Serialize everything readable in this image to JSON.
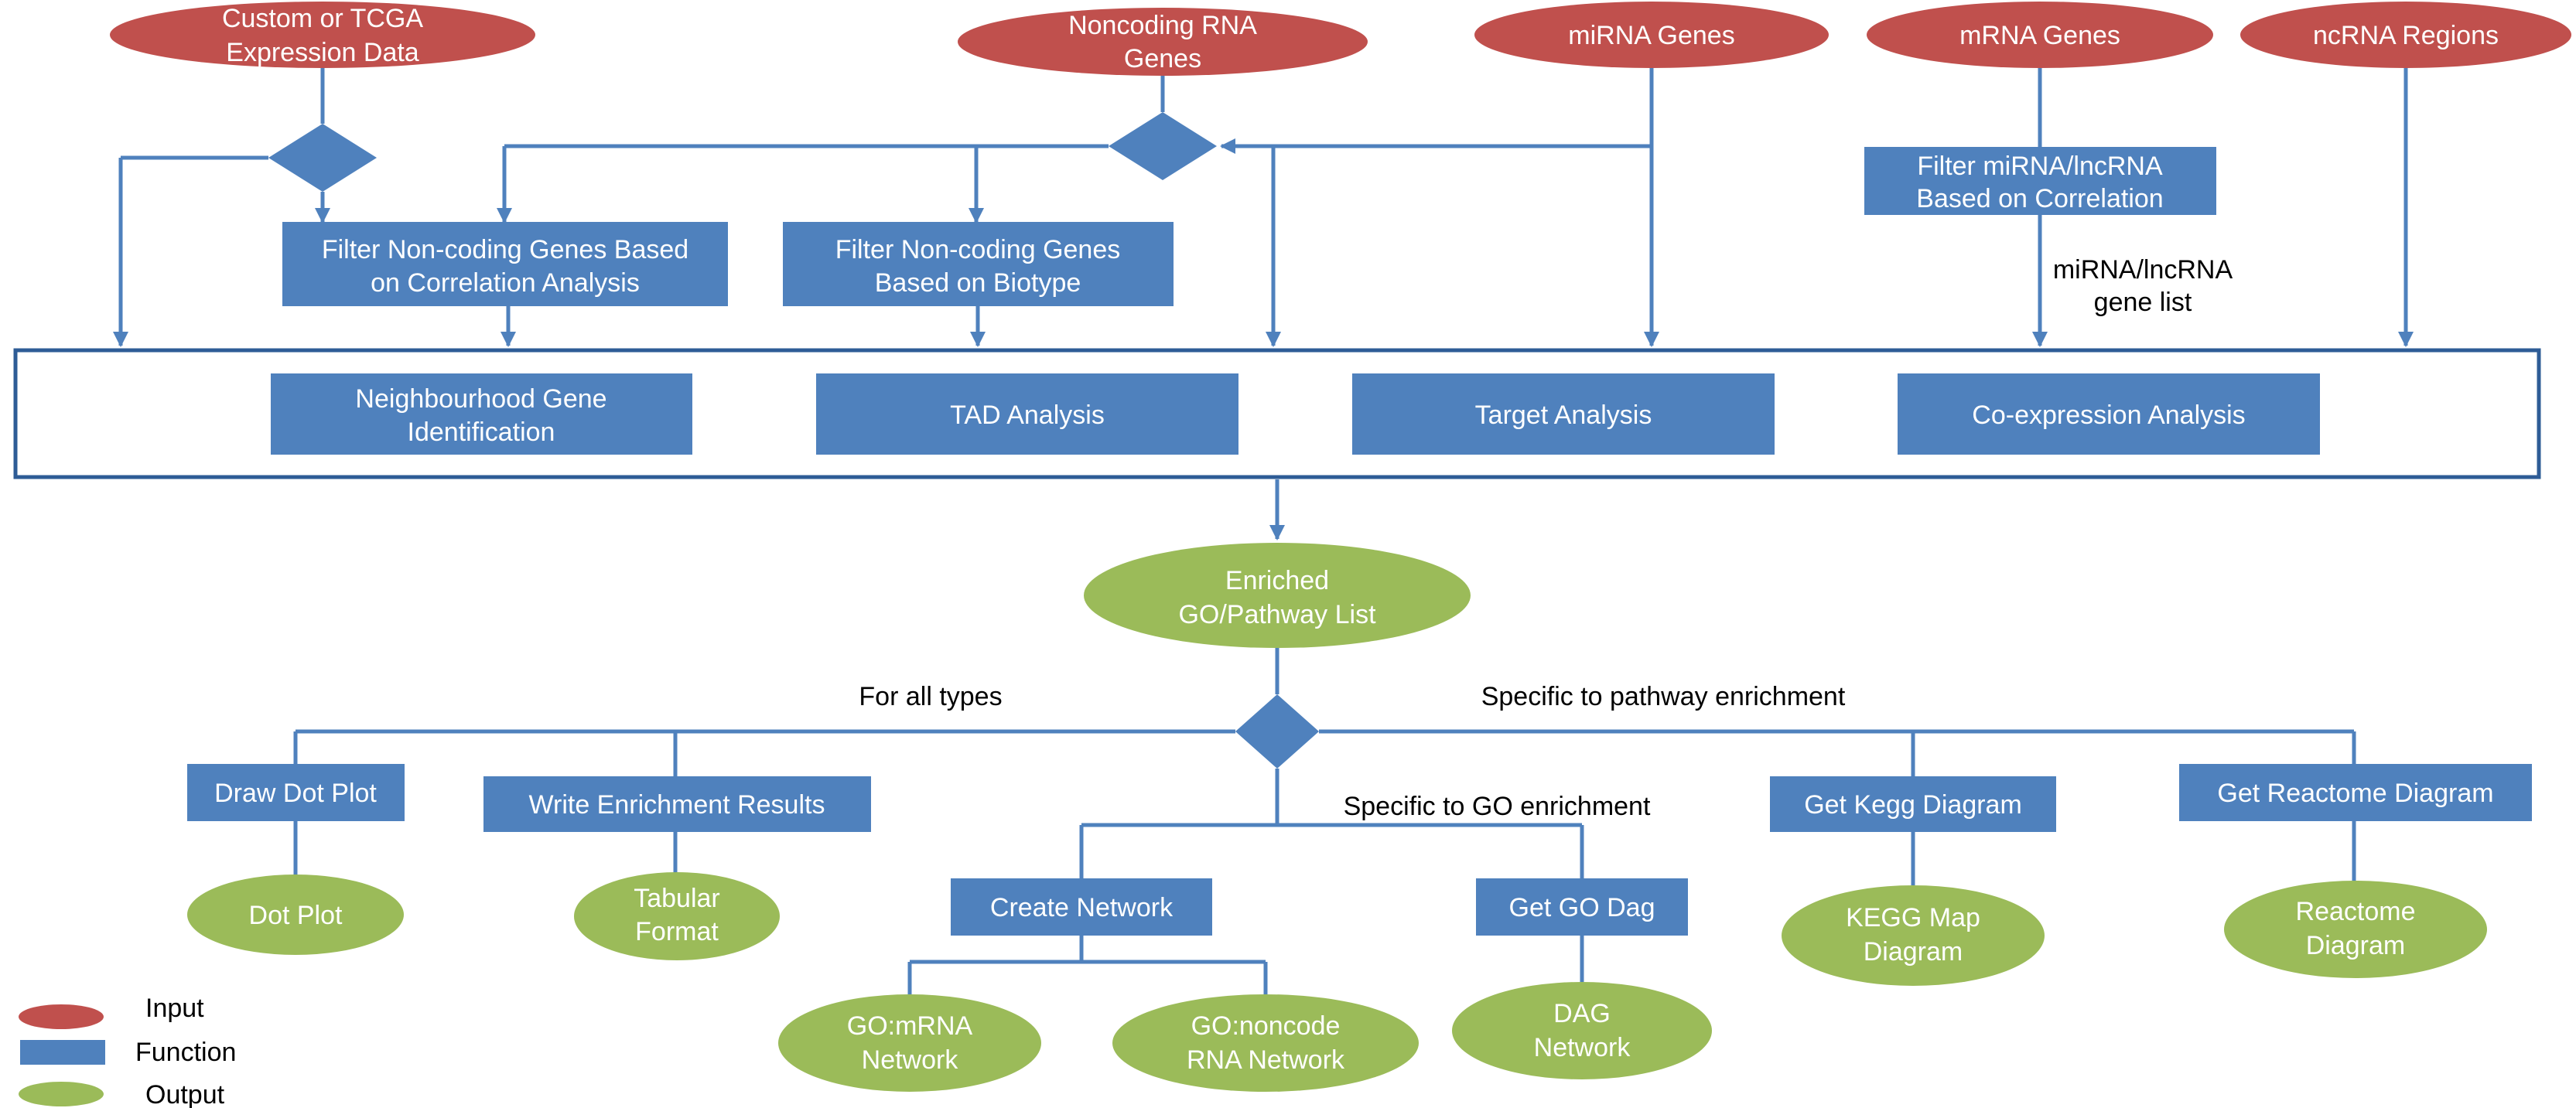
{
  "colors": {
    "input": "#c0504d",
    "function": "#4f81bd",
    "output": "#9bbb59",
    "line": "#4f81bd",
    "frame": "#2e5c96"
  },
  "nodes": {
    "custom_tcga": {
      "kind": "input",
      "lines": [
        "Custom or TCGA",
        "Expression Data"
      ]
    },
    "noncoding_rna": {
      "kind": "input",
      "lines": [
        "Noncoding RNA",
        "Genes"
      ]
    },
    "mirna_genes": {
      "kind": "input",
      "lines": [
        "miRNA Genes"
      ]
    },
    "mrna_genes": {
      "kind": "input",
      "lines": [
        "mRNA Genes"
      ]
    },
    "ncrna_regions": {
      "kind": "input",
      "lines": [
        "ncRNA Regions"
      ]
    },
    "filter_correlation": {
      "kind": "function",
      "lines": [
        "Filter  Non-coding Genes Based",
        "on Correlation Analysis"
      ]
    },
    "filter_biotype": {
      "kind": "function",
      "lines": [
        "Filter Non-coding Genes",
        "Based on Biotype"
      ]
    },
    "filter_mirna_lncrna": {
      "kind": "function",
      "lines": [
        "Filter miRNA/lncRNA",
        "Based on Correlation"
      ]
    },
    "neighbourhood": {
      "kind": "function",
      "lines": [
        "Neighbourhood Gene",
        "Identification"
      ]
    },
    "tad": {
      "kind": "function",
      "lines": [
        "TAD Analysis"
      ]
    },
    "target": {
      "kind": "function",
      "lines": [
        "Target Analysis"
      ]
    },
    "coexpression": {
      "kind": "function",
      "lines": [
        "Co-expression Analysis"
      ]
    },
    "enriched": {
      "kind": "output",
      "lines": [
        "Enriched",
        "GO/Pathway List"
      ]
    },
    "dot_plot_fn": {
      "kind": "function",
      "lines": [
        "Draw Dot Plot"
      ]
    },
    "write_results": {
      "kind": "function",
      "lines": [
        "Write Enrichment Results"
      ]
    },
    "create_network": {
      "kind": "function",
      "lines": [
        "Create Network"
      ]
    },
    "get_go_dag": {
      "kind": "function",
      "lines": [
        "Get GO Dag"
      ]
    },
    "get_kegg": {
      "kind": "function",
      "lines": [
        "Get Kegg Diagram"
      ]
    },
    "get_reactome": {
      "kind": "function",
      "lines": [
        "Get Reactome Diagram"
      ]
    },
    "dot_plot_out": {
      "kind": "output",
      "lines": [
        "Dot Plot"
      ]
    },
    "tabular": {
      "kind": "output",
      "lines": [
        "Tabular",
        "Format"
      ]
    },
    "go_mrna": {
      "kind": "output",
      "lines": [
        "GO:mRNA",
        "Network"
      ]
    },
    "go_noncode": {
      "kind": "output",
      "lines": [
        "GO:noncode",
        "RNA Network"
      ]
    },
    "dag_network": {
      "kind": "output",
      "lines": [
        "DAG",
        "Network"
      ]
    },
    "kegg_map": {
      "kind": "output",
      "lines": [
        "KEGG Map",
        "Diagram"
      ]
    },
    "reactome_diagram": {
      "kind": "output",
      "lines": [
        "Reactome",
        "Diagram"
      ]
    }
  },
  "labels": {
    "mirna_lncrna_list": [
      "miRNA/lncRNA",
      "gene list"
    ],
    "for_all_types": "For all types",
    "specific_pathway": "Specific to pathway enrichment",
    "specific_go": "Specific to GO enrichment"
  },
  "legend": {
    "input": "Input",
    "function": "Function",
    "output": "Output"
  }
}
